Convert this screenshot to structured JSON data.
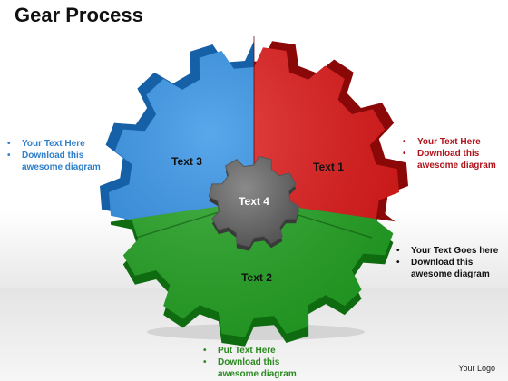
{
  "title": "Gear Process",
  "gear": {
    "segments": [
      {
        "label": "Text 3",
        "color": "#2b8ee6"
      },
      {
        "label": "Text 1",
        "color": "#e01313"
      },
      {
        "label": "Text 2",
        "color": "#1fa31f"
      }
    ],
    "center": {
      "label": "Text 4",
      "color": "#6b6b6b"
    }
  },
  "notes": {
    "blue": {
      "color": "#2f80c9",
      "items": [
        "Your Text Here",
        "Download this awesome diagram"
      ]
    },
    "red": {
      "color": "#b0131a",
      "items": [
        "Your Text Here",
        "Download this awesome diagram"
      ]
    },
    "black": {
      "color": "#111111",
      "items": [
        "Your Text Goes here",
        "Download this awesome diagram"
      ]
    },
    "green": {
      "color": "#2a8a1f",
      "items": [
        "Put Text Here",
        "Download this awesome diagram"
      ]
    }
  },
  "logo": "Your Logo"
}
